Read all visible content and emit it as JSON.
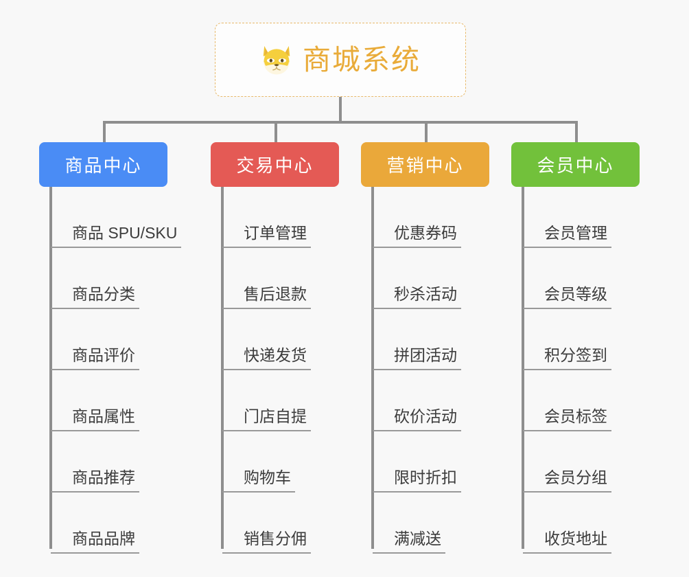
{
  "page": {
    "background_color": "#f8f8f8",
    "title": "商城系统"
  },
  "root": {
    "label": "商城系统",
    "icon": "shiba-dog-face-icon",
    "text_color": "#e9ab39",
    "border_color": "#e8b96a"
  },
  "connector": {
    "color": "#8e8e8e"
  },
  "columns": [
    {
      "header": "商品中心",
      "color": "#4a8cf5",
      "items": [
        "商品 SPU/SKU",
        "商品分类",
        "商品评价",
        "商品属性",
        "商品推荐",
        "商品品牌"
      ]
    },
    {
      "header": "交易中心",
      "color": "#e45a55",
      "items": [
        "订单管理",
        "售后退款",
        "快递发货",
        "门店自提",
        "购物车",
        "销售分佣"
      ]
    },
    {
      "header": "营销中心",
      "color": "#eaa83a",
      "items": [
        "优惠券码",
        "秒杀活动",
        "拼团活动",
        "砍价活动",
        "限时折扣",
        "满减送"
      ]
    },
    {
      "header": "会员中心",
      "color": "#72c13b",
      "items": [
        "会员管理",
        "会员等级",
        "积分签到",
        "会员标签",
        "会员分组",
        "收货地址"
      ]
    }
  ]
}
